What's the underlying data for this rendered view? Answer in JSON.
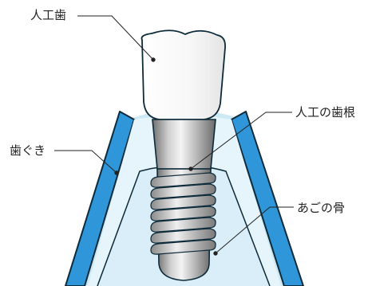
{
  "labels": {
    "crown": "人工歯",
    "gum": "歯ぐき",
    "implant_root": "人工の歯根",
    "jawbone": "あごの骨"
  },
  "colors": {
    "gum_blue": "#2f97d9",
    "gum_outline": "#0d2a3a",
    "bone_light_blue": "#cde9f5",
    "inner_blue": "#e6f4fb",
    "crown_white": "#fafafa",
    "metal_gray": "#9a9a9a",
    "leader_line": "#222222"
  }
}
